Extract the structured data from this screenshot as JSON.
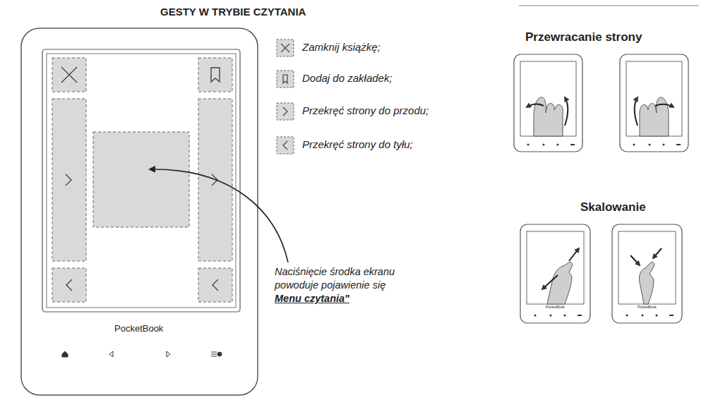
{
  "diagram": {
    "title": "GESTY W TRYBIE CZYTANIA",
    "labels": [
      "Naciśnięcie środka ekranu powoduje pojawienie się",
      "Menu czytania\"",
      "PocketBook",
      "Przewracanie strony",
      "Skalowanie",
      "PocketBook",
      "PocketBook"
    ],
    "legend": [
      {
        "text": "Zamknij książkę;"
      },
      {
        "text": "Dodaj do zakładek;"
      },
      {
        "text": "Przekręć strony do przodu;"
      },
      {
        "text": "Przekręć strony do tyłu;"
      }
    ]
  }
}
